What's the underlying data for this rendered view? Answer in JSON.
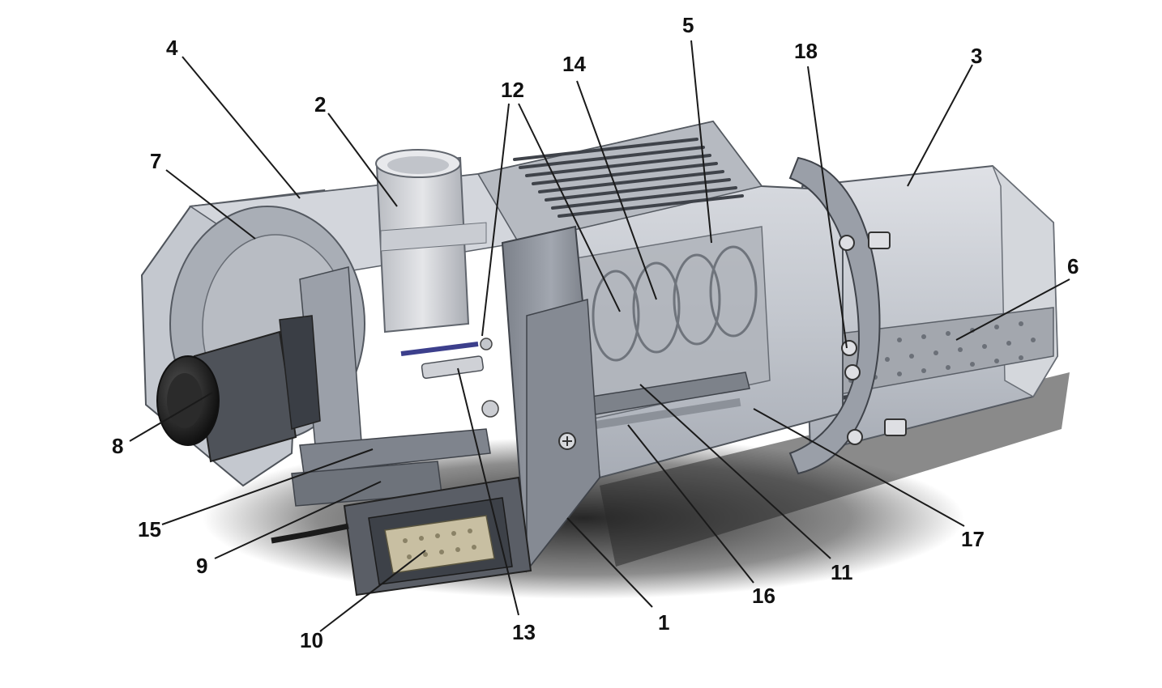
{
  "callouts": [
    {
      "id": "c1",
      "label": "1"
    },
    {
      "id": "c2",
      "label": "2"
    },
    {
      "id": "c3",
      "label": "3"
    },
    {
      "id": "c4",
      "label": "4"
    },
    {
      "id": "c5",
      "label": "5"
    },
    {
      "id": "c6",
      "label": "6"
    },
    {
      "id": "c7",
      "label": "7"
    },
    {
      "id": "c8",
      "label": "8"
    },
    {
      "id": "c9",
      "label": "9"
    },
    {
      "id": "c10",
      "label": "10"
    },
    {
      "id": "c11",
      "label": "11"
    },
    {
      "id": "c12",
      "label": "12"
    },
    {
      "id": "c13",
      "label": "13"
    },
    {
      "id": "c14",
      "label": "14"
    },
    {
      "id": "c15",
      "label": "15"
    },
    {
      "id": "c16",
      "label": "16"
    },
    {
      "id": "c17",
      "label": "17"
    },
    {
      "id": "c18",
      "label": "18"
    }
  ],
  "colors": {
    "glass": "#c9ccd3",
    "glass_dark": "#9aa0aa",
    "metal": "#8e939c",
    "metal_dark": "#5f646c",
    "shadow": "#1c1c1c",
    "outline": "#4a4e55"
  }
}
